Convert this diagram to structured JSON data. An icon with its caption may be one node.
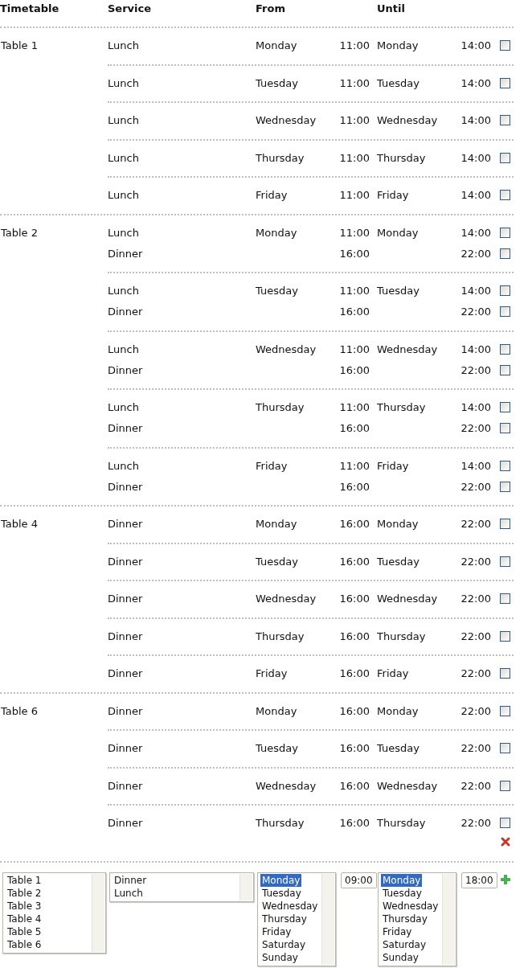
{
  "diagram": {
    "labels": [
      "Timetable",
      "Service",
      "From",
      "Until",
      "Table 1",
      "Lunch",
      "Monday",
      "11:00",
      "Monday",
      "14:00",
      "Lunch",
      "Tuesday",
      "11:00",
      "Tuesday",
      "14:00",
      "Lunch",
      "Wednesday",
      "11:00",
      "Wednesday",
      "14:00",
      "Lunch",
      "Thursday",
      "11:00",
      "Thursday",
      "14:00",
      "Lunch",
      "Friday",
      "11:00",
      "Friday",
      "14:00",
      "Table 2",
      "Lunch",
      "Monday",
      "11:00",
      "Monday",
      "14:00",
      "Dinner",
      "16:00",
      "22:00",
      "Lunch",
      "Tuesday",
      "11:00",
      "Tuesday",
      "14:00",
      "Dinner",
      "16:00",
      "22:00",
      "Lunch",
      "Wednesday",
      "11:00",
      "Wednesday",
      "14:00",
      "Dinner",
      "16:00",
      "22:00",
      "Lunch",
      "Thursday",
      "11:00",
      "Thursday",
      "14:00",
      "Dinner",
      "16:00",
      "22:00",
      "Lunch",
      "Friday",
      "11:00",
      "Friday",
      "14:00",
      "Dinner",
      "16:00",
      "22:00",
      "Table 4",
      "Dinner",
      "Monday",
      "16:00",
      "Monday",
      "22:00",
      "Dinner",
      "Tuesday",
      "16:00",
      "Tuesday",
      "22:00",
      "Dinner",
      "Wednesday",
      "16:00",
      "Wednesday",
      "22:00",
      "Dinner",
      "Thursday",
      "16:00",
      "Thursday",
      "22:00",
      "Dinner",
      "Friday",
      "16:00",
      "Friday",
      "22:00",
      "Table 6",
      "Dinner",
      "Monday",
      "16:00",
      "Monday",
      "22:00",
      "Dinner",
      "Tuesday",
      "16:00",
      "Tuesday",
      "22:00",
      "Dinner",
      "Wednesday",
      "16:00",
      "Wednesday",
      "22:00",
      "Dinner",
      "Thursday",
      "16:00",
      "Thursday",
      "22:00",
      "Table 1",
      "Table 2",
      "Table 3",
      "Table 4",
      "Table 5",
      "Table 6",
      "Dinner",
      "Lunch",
      "Monday",
      "Tuesday",
      "Wednesday",
      "Thursday",
      "Friday",
      "Saturday",
      "Sunday",
      "09:00",
      "Monday",
      "Tuesday",
      "Wednesday",
      "Thursday",
      "Friday",
      "Saturday",
      "Sunday",
      "18:00"
    ]
  }
}
